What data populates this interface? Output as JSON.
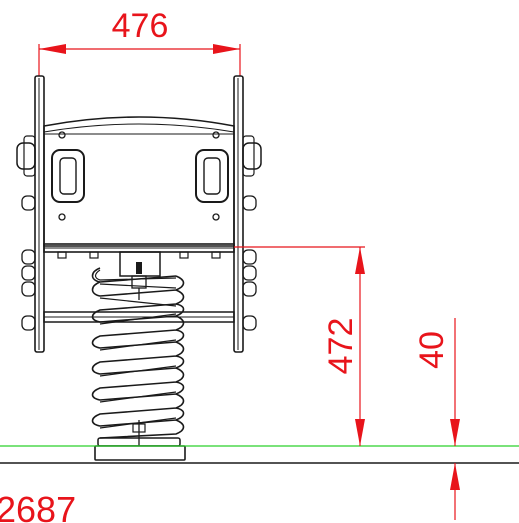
{
  "drawing": {
    "dimensions": {
      "width_top": "476",
      "seat_height": "472",
      "ground_offset": "40",
      "drawing_number": "2687"
    },
    "colors": {
      "dimension": "#e8141b",
      "ground_line": "#2bd12b",
      "outline": "#1a1a1a",
      "background": "#ffffff"
    },
    "icons": {
      "coil_spring": "spring-icon"
    }
  }
}
